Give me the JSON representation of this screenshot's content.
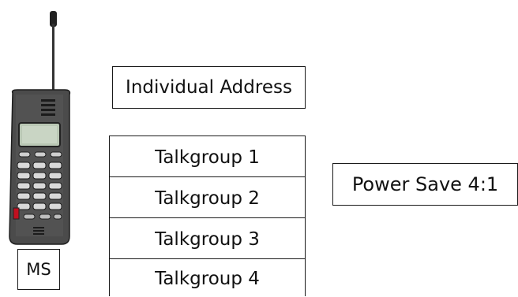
{
  "individual_address": "Individual Address",
  "talkgroups": [
    "Talkgroup 1",
    "Talkgroup 2",
    "Talkgroup 3",
    "Talkgroup 4"
  ],
  "power_save": "Power Save 4:1",
  "mobile_label": "MS",
  "icons": [
    "mobile-phone-icon"
  ],
  "colors": {
    "phone_body": "#4a4a4a",
    "display": "#b9c7b4",
    "lines": "#1a1a1a"
  }
}
